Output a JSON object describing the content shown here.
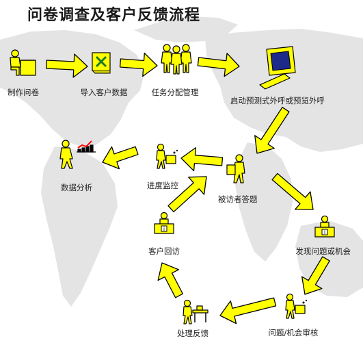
{
  "title": "问卷调查及客户反馈流程",
  "colors": {
    "figure": "#ffff00",
    "figure_outline": "#000000",
    "arrow_fill": "#ffff00",
    "arrow_outline": "#000000",
    "map": "#e4e4e4",
    "chart_red": "#ff0000",
    "screen_blue": "#1d2a8a"
  },
  "nodes": [
    {
      "id": "make",
      "label": "制作问卷",
      "icon": "person-at-desk-icon"
    },
    {
      "id": "import",
      "label": "导入客户数据",
      "icon": "excel-file-icon"
    },
    {
      "id": "assign",
      "label": "任务分配管理",
      "icon": "group-of-people-icon"
    },
    {
      "id": "call",
      "label": "启动预测式外呼或预览外呼",
      "icon": "computer-icon"
    },
    {
      "id": "answer",
      "label": "被访者答题",
      "icon": "person-with-document-icon"
    },
    {
      "id": "monitor",
      "label": "进度监控",
      "icon": "person-with-box-icon"
    },
    {
      "id": "analyze",
      "label": "数据分析",
      "icon": "person-with-chart-icon"
    },
    {
      "id": "discover",
      "label": "发现问题或机会",
      "icon": "person-behind-info-board-icon"
    },
    {
      "id": "review",
      "label": "问题/机会审核",
      "icon": "person-with-box-icon"
    },
    {
      "id": "handle",
      "label": "处理反馈",
      "icon": "person-at-table-icon"
    },
    {
      "id": "revisit",
      "label": "客户回访",
      "icon": "person-behind-info-board-icon"
    }
  ],
  "edges": [
    {
      "from": "make",
      "to": "import"
    },
    {
      "from": "import",
      "to": "assign"
    },
    {
      "from": "assign",
      "to": "call"
    },
    {
      "from": "call",
      "to": "answer"
    },
    {
      "from": "answer",
      "to": "monitor"
    },
    {
      "from": "monitor",
      "to": "analyze"
    },
    {
      "from": "answer",
      "to": "discover"
    },
    {
      "from": "discover",
      "to": "review"
    },
    {
      "from": "review",
      "to": "handle"
    },
    {
      "from": "handle",
      "to": "revisit"
    },
    {
      "from": "revisit",
      "to": "monitor"
    }
  ]
}
